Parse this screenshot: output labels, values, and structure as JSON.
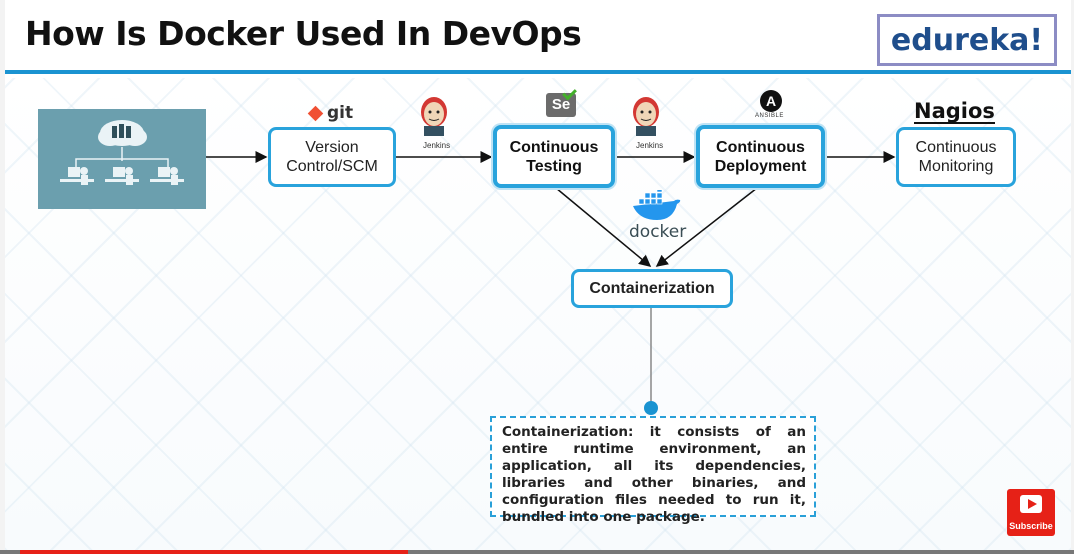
{
  "title": "How Is Docker Used In DevOps",
  "logo": "edureka!",
  "nodes": {
    "vcs": "Version\nControl/SCM",
    "testing": "Continuous\nTesting",
    "deployment": "Continuous\nDeployment",
    "monitoring": "Continuous\nMonitoring",
    "containerization": "Containerization"
  },
  "tools": {
    "git": "git",
    "jenkins1": "Jenkins",
    "selenium": "Se",
    "jenkins2": "Jenkins",
    "ansible": "ANSIBLE",
    "nagios": "Nagios",
    "docker": "docker"
  },
  "note": "Containerization: it consists of an entire runtime environment, an application, all its dependencies, libraries and other binaries, and configuration files needed to run it, bundled into one package.",
  "subscribe": "Subscribe",
  "colors": {
    "accent": "#1a93d1",
    "box_border": "#29a3dc",
    "git": "#f05033",
    "youtube": "#e62117"
  }
}
